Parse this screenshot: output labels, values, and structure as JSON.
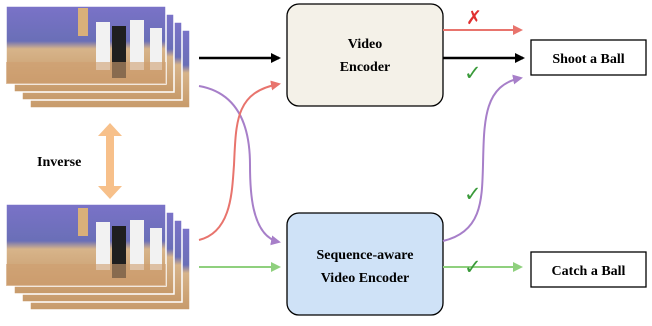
{
  "boxes": {
    "video_encoder": {
      "line1": "Video",
      "line2": "Encoder",
      "fill": "#f4f1e8"
    },
    "seq_encoder": {
      "line1": "Sequence-aware",
      "line2": "Video Encoder",
      "fill": "#cfe2f7"
    }
  },
  "outputs": {
    "top": "Shoot a Ball",
    "bottom": "Catch a Ball"
  },
  "inverse_label": "Inverse",
  "marks": {
    "cross": "✗",
    "check": "✓"
  },
  "colors": {
    "black": "#000000",
    "red": "#e8746d",
    "purple": "#a77fc9",
    "green": "#8fd07e",
    "orange": "#f7c08a",
    "check_green": "#3a9a3a",
    "cross_red": "#e03030"
  }
}
